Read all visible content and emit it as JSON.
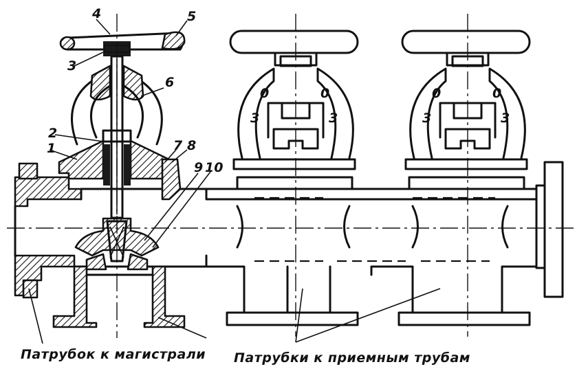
{
  "part_numbers": [
    "1",
    "2",
    "3",
    "4",
    "5",
    "6",
    "7",
    "8",
    "9",
    "10"
  ],
  "scale_marks": {
    "open": "0",
    "closed": "3"
  },
  "captions": {
    "main_line_branch": "Патрубок к магистрали",
    "intake_branches": "Патрубки к приемным трубам"
  }
}
